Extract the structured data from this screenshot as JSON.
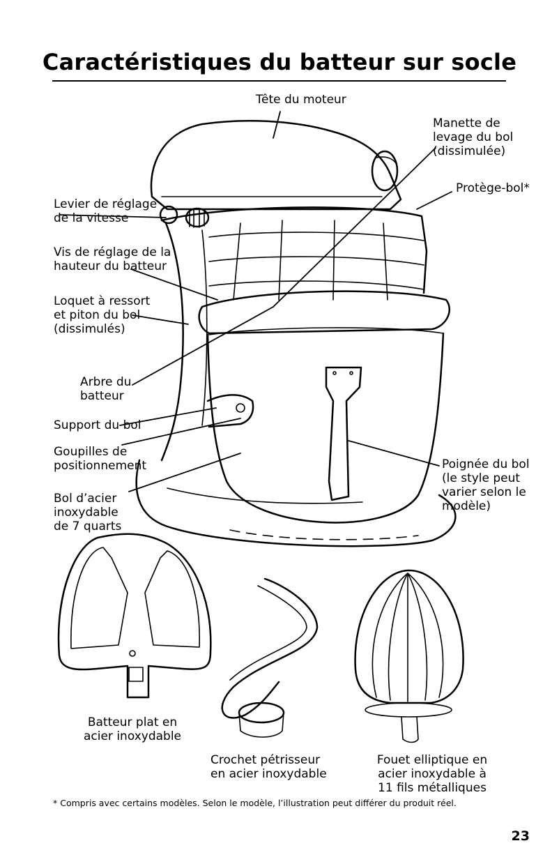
{
  "page": {
    "title": "Caractéristiques du batteur sur socle",
    "footnote": "* Compris avec certains modèles. Selon le modèle, l’illustration peut différer du produit réel.",
    "page_number": "23"
  },
  "labels": {
    "motor_head": "Tête du moteur",
    "lift_handle": [
      "Manette de",
      "levage du bol",
      "(dissimulée)"
    ],
    "bowl_guard": "Protège-bol*",
    "speed_lever": [
      "Levier de réglage",
      "de la vitesse"
    ],
    "height_screw": [
      "Vis de réglage de la",
      "hauteur du batteur"
    ],
    "spring_latch": [
      "Loquet à ressort",
      "et piton du bol",
      "(dissimulés)"
    ],
    "beater_shaft": [
      "Arbre du",
      "batteur"
    ],
    "bowl_support": "Support du bol",
    "locating_pins": [
      "Goupilles de",
      "positionnement"
    ],
    "bowl": [
      "Bol d’acier",
      "inoxydable",
      "de 7 quarts"
    ],
    "bowl_handle": [
      "Poignée du bol",
      "(le style peut",
      "varier selon le",
      "modèle)"
    ],
    "flat_beater": [
      "Batteur plat en",
      "acier inoxydable"
    ],
    "dough_hook": [
      "Crochet pétrisseur",
      "en acier inoxydable"
    ],
    "wire_whip": [
      "Fouet elliptique en",
      "acier inoxydable à",
      "11 fils métalliques"
    ]
  }
}
